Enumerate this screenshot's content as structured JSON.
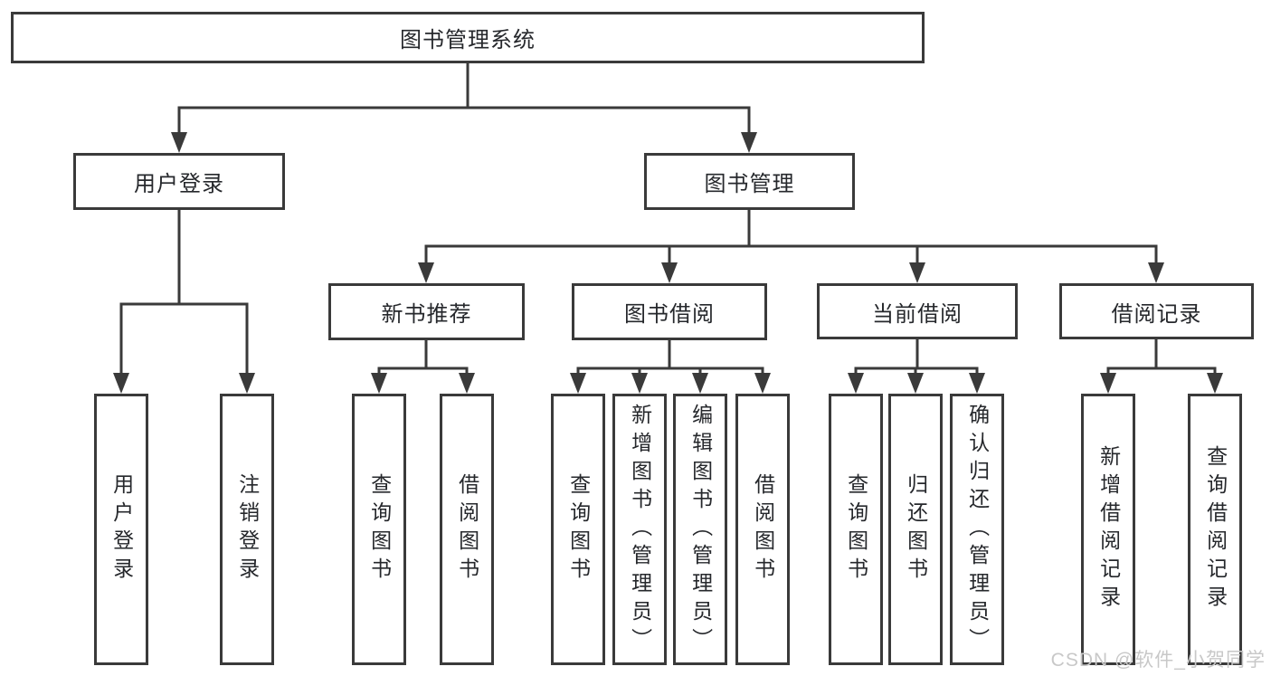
{
  "diagram": {
    "type": "hierarchy-tree",
    "colors": {
      "line": "#3a3a3a",
      "text": "#26282c",
      "background": "#ffffff",
      "watermark": "#c8c8c8"
    },
    "root": {
      "label": "图书管理系统",
      "children": [
        {
          "label": "用户登录",
          "children": [
            {
              "label": "用户登录"
            },
            {
              "label": "注销登录"
            }
          ]
        },
        {
          "label": "图书管理",
          "children": [
            {
              "label": "新书推荐",
              "children": [
                {
                  "label": "查询图书"
                },
                {
                  "label": "借阅图书"
                }
              ]
            },
            {
              "label": "图书借阅",
              "children": [
                {
                  "label": "查询图书"
                },
                {
                  "label": "新增图书（管理员）"
                },
                {
                  "label": "编辑图书（管理员）"
                },
                {
                  "label": "借阅图书"
                }
              ]
            },
            {
              "label": "当前借阅",
              "children": [
                {
                  "label": "查询图书"
                },
                {
                  "label": "归还图书"
                },
                {
                  "label": "确认归还（管理员）"
                }
              ]
            },
            {
              "label": "借阅记录",
              "children": [
                {
                  "label": "新增借阅记录"
                },
                {
                  "label": "查询借阅记录"
                }
              ]
            }
          ]
        }
      ]
    }
  },
  "watermark": {
    "text": "CSDN @软件_小贺同学"
  }
}
